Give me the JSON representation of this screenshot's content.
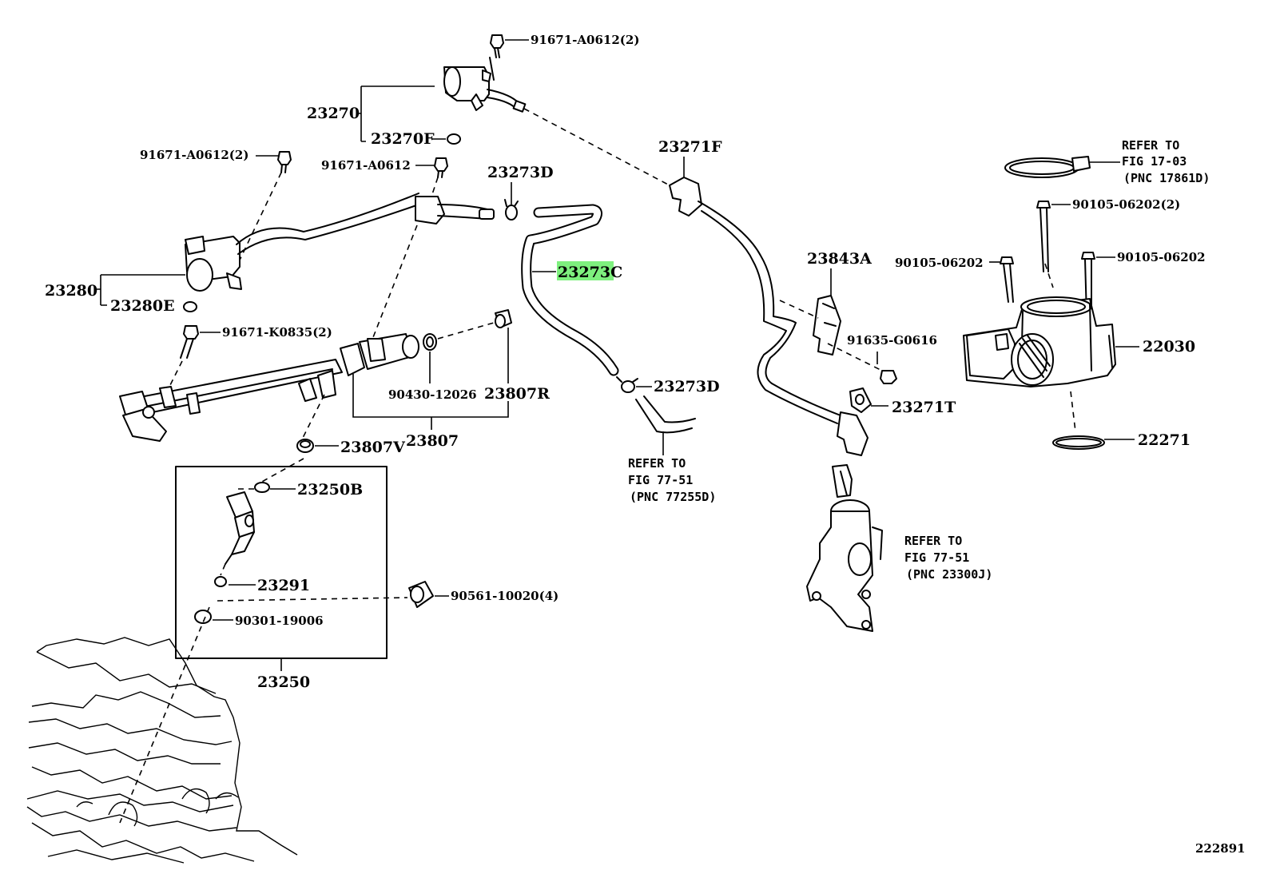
{
  "labels": {
    "p_91671_a0612_2_top": "91671-A0612(2)",
    "p_23270": "23270",
    "p_23270f": "23270F",
    "p_91671_a0612_2_left": "91671-A0612(2)",
    "p_91671_a0612": "91671-A0612",
    "p_23273d_top": "23273D",
    "p_23273c": "23273C",
    "p_23280": "23280",
    "p_23280e": "23280E",
    "p_91671_k0835_2": "91671-K0835(2)",
    "p_90430_12026": "90430-12026",
    "p_23807r": "23807R",
    "p_23807": "23807",
    "p_23807v": "23807V",
    "p_23250b": "23250B",
    "p_23291": "23291",
    "p_90561_10020_4": "90561-10020(4)",
    "p_90301_19006": "90301-19006",
    "p_23250": "23250",
    "p_23273d_mid": "23273D",
    "p_23271f": "23271F",
    "p_23843a": "23843A",
    "p_91635_g0616": "91635-G0616",
    "p_23271t": "23271T",
    "p_90105_06202_2": "90105-06202(2)",
    "p_90105_06202_left": "90105-06202",
    "p_90105_06202_right": "90105-06202",
    "p_22030": "22030",
    "p_22271": "22271",
    "diagram_id": "222891"
  },
  "references": {
    "ref_fig_17_03": [
      "REFER TO",
      "FIG 17-03",
      "(PNC 17861D)"
    ],
    "ref_fig_77_51_a": [
      "REFER TO",
      "FIG 77-51",
      "(PNC 77255D)"
    ],
    "ref_fig_77_51_b": [
      "REFER TO",
      "FIG 77-51",
      "(PNC 23300J)"
    ]
  },
  "highlight": {
    "part": "23273C",
    "color": "#7ef07e"
  }
}
